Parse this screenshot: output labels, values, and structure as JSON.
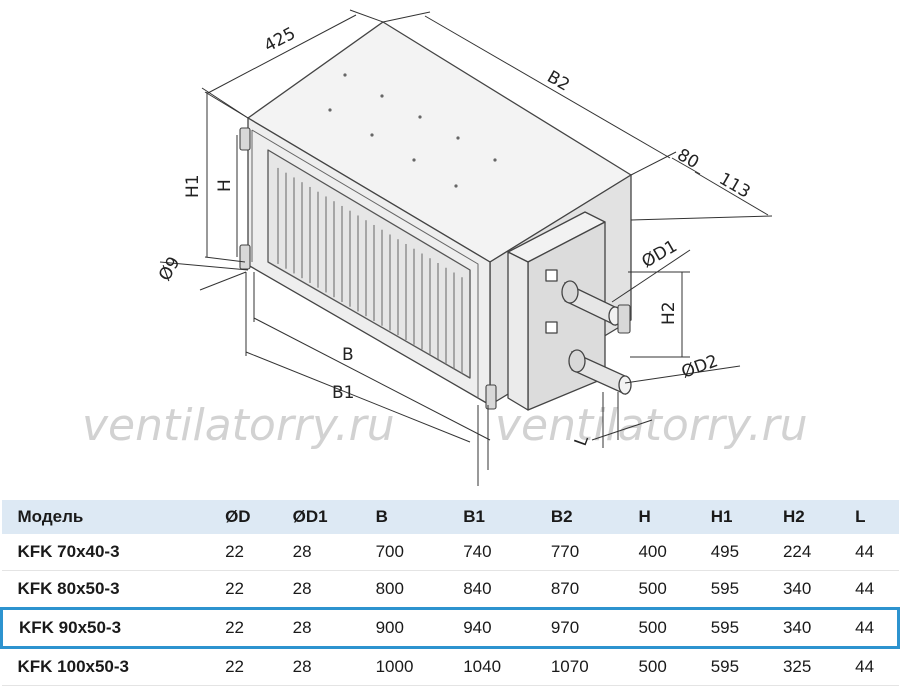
{
  "watermark": [
    "ventilatorry.ru",
    "ventilatorry.ru"
  ],
  "dimension_labels": {
    "depth": "425",
    "b2": "B2",
    "d80": "80",
    "d113": "113",
    "h1": "H1",
    "h": "H",
    "phi9": "Ø9",
    "phid1": "ØD1",
    "h2": "H2",
    "phid2": "ØD2",
    "b": "B",
    "b1": "B1",
    "l": "L"
  },
  "table": {
    "headers": [
      "Модель",
      "ØD",
      "ØD1",
      "B",
      "B1",
      "B2",
      "H",
      "H1",
      "H2",
      "L"
    ],
    "rows": [
      [
        "KFK 70x40-3",
        "22",
        "28",
        "700",
        "740",
        "770",
        "400",
        "495",
        "224",
        "44"
      ],
      [
        "KFK 80x50-3",
        "22",
        "28",
        "800",
        "840",
        "870",
        "500",
        "595",
        "340",
        "44"
      ],
      [
        "KFK 90x50-3",
        "22",
        "28",
        "900",
        "940",
        "970",
        "500",
        "595",
        "340",
        "44"
      ],
      [
        "KFK 100x50-3",
        "22",
        "28",
        "1000",
        "1040",
        "1070",
        "500",
        "595",
        "325",
        "44"
      ]
    ],
    "highlighted_row": 2
  },
  "colors": {
    "header_bg": "#dde9f4",
    "highlight_border": "#2d93cf",
    "body_fill": "#ededed",
    "top_fill": "#f3f3f3",
    "side_fill": "#e2e2e2"
  }
}
